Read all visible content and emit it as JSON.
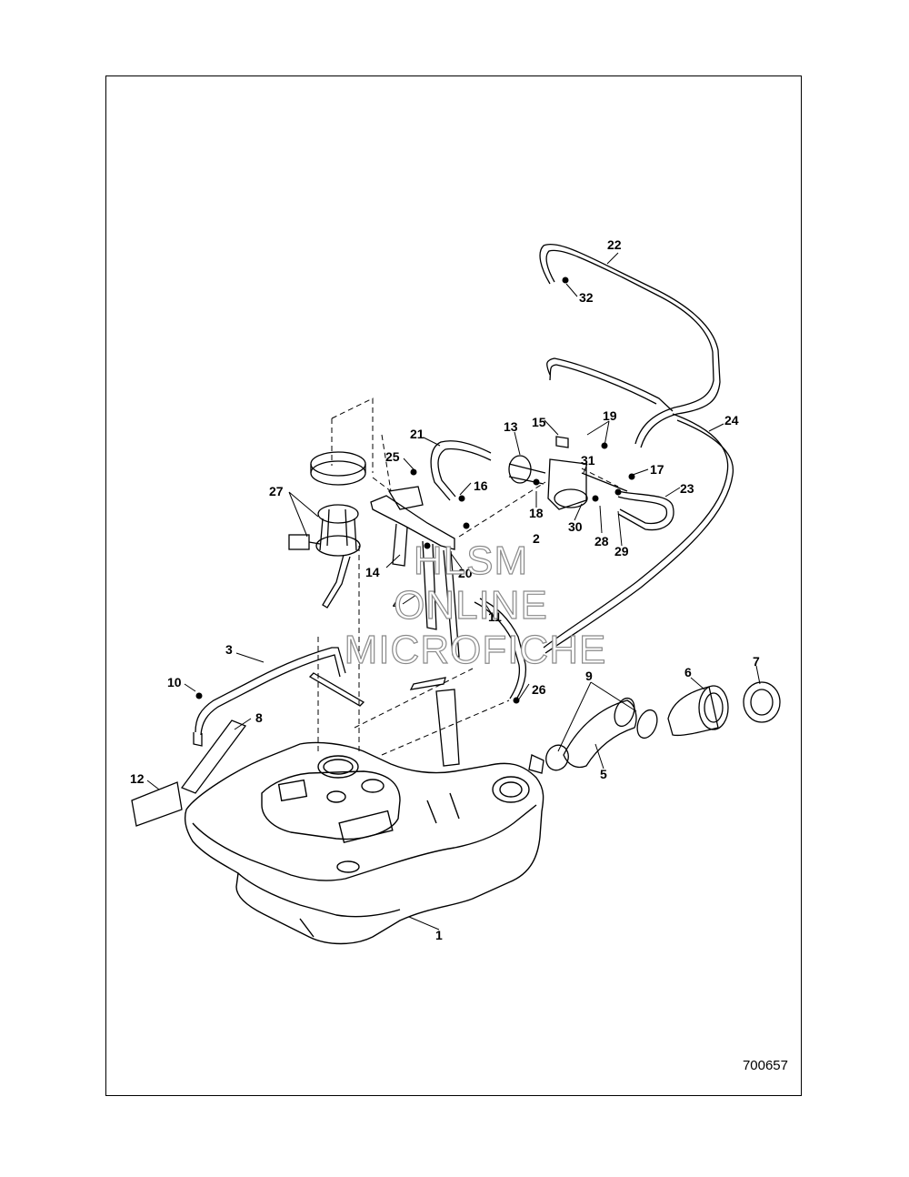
{
  "diagram": {
    "reference_number": "700657",
    "callouts": [
      "1",
      "2",
      "3",
      "4",
      "5",
      "6",
      "7",
      "8",
      "9",
      "10",
      "11",
      "12",
      "13",
      "14",
      "15",
      "16",
      "17",
      "18",
      "19",
      "20",
      "21",
      "22",
      "23",
      "24",
      "25",
      "26",
      "27",
      "28",
      "29",
      "30",
      "31",
      "32"
    ]
  },
  "watermark": {
    "line1": "HLSM",
    "line2": "ONLINE",
    "line3": "MICROFICHE"
  }
}
